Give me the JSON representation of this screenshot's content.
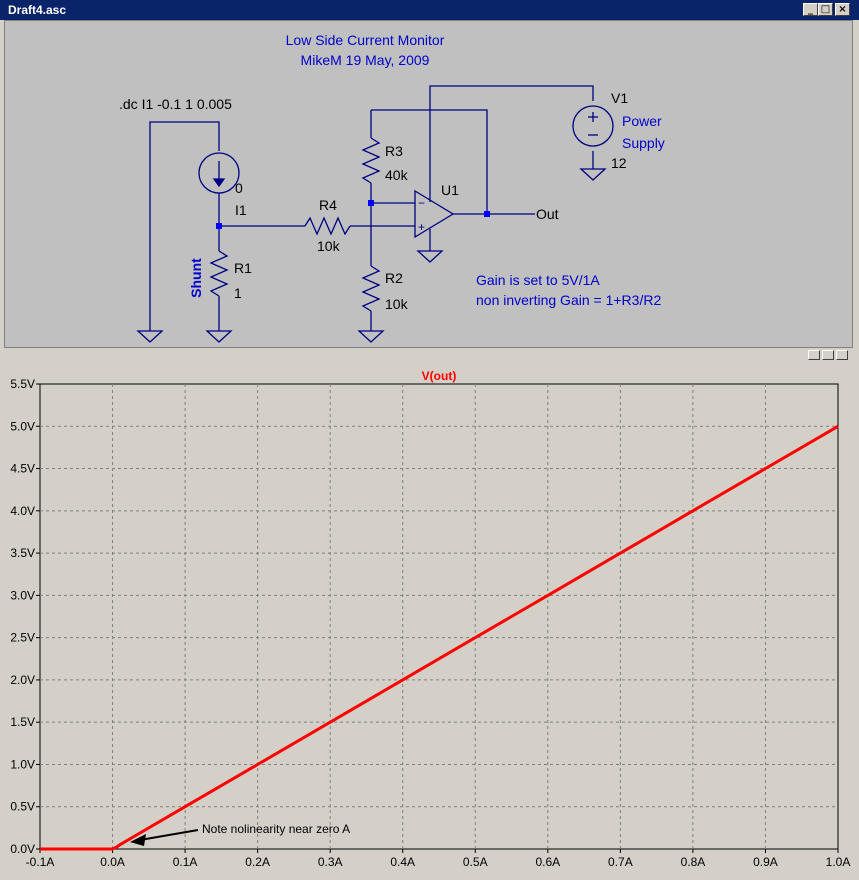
{
  "window": {
    "title": "Draft4.asc",
    "buttons": [
      "minimize",
      "maximize",
      "close"
    ]
  },
  "schematic": {
    "title_line1": "Low Side Current Monitor",
    "title_line2": "MikeM 19 May, 2009",
    "directive": ".dc I1 -0.1 1 0.005",
    "notes": {
      "gain": "Gain is set to 5V/1A",
      "formula": "non inverting Gain = 1+R3/R2"
    },
    "components": {
      "i1": {
        "name": "I1",
        "value": "0"
      },
      "r1": {
        "name": "R1",
        "value": "1",
        "label": "Shunt"
      },
      "r4": {
        "name": "R4",
        "value": "10k"
      },
      "r3": {
        "name": "R3",
        "value": "40k"
      },
      "r2": {
        "name": "R2",
        "value": "10k"
      },
      "u1": {
        "name": "U1",
        "minus": "−",
        "plus": "+"
      },
      "v1": {
        "name": "V1",
        "value": "12",
        "label1": "Power",
        "label2": "Supply"
      }
    },
    "net_out": "Out",
    "colors": {
      "wire": "#000080",
      "label": "#0000cc",
      "background": "#c0c0c0"
    }
  },
  "plot": {
    "annotation": "Note nolinearity near zero A",
    "colors": {
      "trace": "#ff0000",
      "background": "#d4d0c8",
      "grid": "#808080"
    }
  },
  "chart_data": {
    "type": "line",
    "title": "V(out)",
    "xlabel": "",
    "ylabel": "",
    "xlim": [
      -0.1,
      1.0
    ],
    "ylim": [
      0,
      5.5
    ],
    "grid": true,
    "x_ticks": [
      "-0.1A",
      "0.0A",
      "0.1A",
      "0.2A",
      "0.3A",
      "0.4A",
      "0.5A",
      "0.6A",
      "0.7A",
      "0.8A",
      "0.9A",
      "1.0A"
    ],
    "y_ticks": [
      "0.0V",
      "0.5V",
      "1.0V",
      "1.5V",
      "2.0V",
      "2.5V",
      "3.0V",
      "3.5V",
      "4.0V",
      "4.5V",
      "5.0V",
      "5.5V"
    ],
    "series": [
      {
        "name": "V(out)",
        "x": [
          -0.1,
          0.0,
          0.005,
          0.01,
          0.02,
          0.1,
          0.2,
          0.3,
          0.4,
          0.5,
          0.6,
          0.7,
          0.8,
          0.9,
          1.0
        ],
        "y": [
          0.0,
          0.0,
          0.02,
          0.05,
          0.1,
          0.5,
          1.0,
          1.5,
          2.0,
          2.5,
          3.0,
          3.5,
          4.0,
          4.5,
          5.0
        ]
      }
    ]
  }
}
